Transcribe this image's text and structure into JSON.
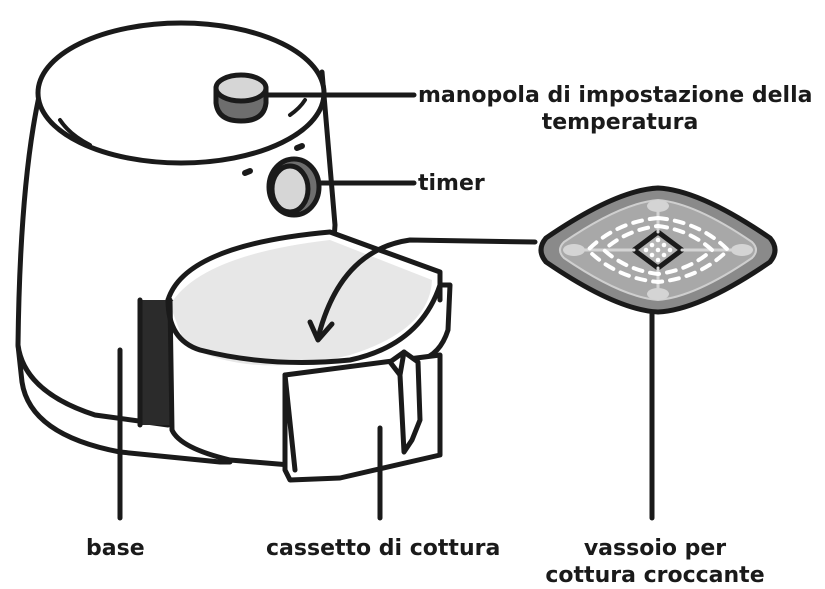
{
  "labels": {
    "knob": [
      "manopola di impostazione della",
      "temperatura"
    ],
    "timer": "timer",
    "base": "base",
    "drawer": "cassetto di cottura",
    "tray": [
      "vassoio per",
      "cottura croccante"
    ]
  }
}
